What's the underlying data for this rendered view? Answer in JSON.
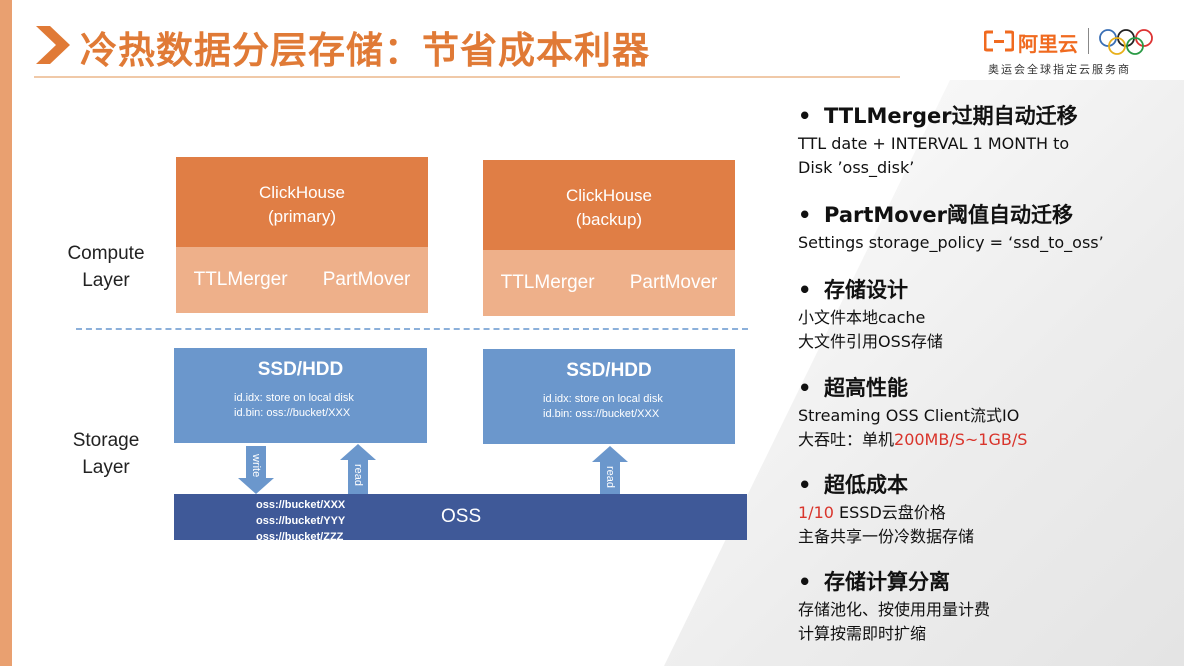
{
  "title": "冷热数据分层存储：节省成本利器",
  "logo": {
    "brand": "阿里云",
    "sponsor": "奥运会全球指定云服务商"
  },
  "diagram": {
    "compute_label": [
      "Compute",
      "Layer"
    ],
    "storage_label": [
      "Storage",
      "Layer"
    ],
    "primary": {
      "name": "ClickHouse",
      "role": "(primary)",
      "ttl": "TTLMerger",
      "mover": "PartMover"
    },
    "backup": {
      "name": "ClickHouse",
      "role": "(backup)",
      "ttl": "TTLMerger",
      "mover": "PartMover"
    },
    "ssd_primary": {
      "title": "SSD/HDD",
      "idx": "id.idx: store on local disk",
      "bin": "id.bin: oss://bucket/XXX"
    },
    "ssd_backup": {
      "title": "SSD/HDD",
      "idx": "id.idx: store on local disk",
      "bin": "id.bin: oss://bucket/XXX"
    },
    "arrows": {
      "write": "write",
      "read1": "read",
      "read2": "read"
    },
    "oss": {
      "label": "OSS",
      "paths": [
        "oss://bucket/XXX",
        "oss://bucket/YYY",
        "oss://bucket/ZZZ"
      ]
    }
  },
  "sections": [
    {
      "heading": "TTLMerger过期自动迁移",
      "lines": [
        "TTL date + INTERVAL 1 MONTH to",
        "Disk ’oss_disk’"
      ]
    },
    {
      "heading": "PartMover阈值自动迁移",
      "lines": [
        "Settings storage_policy = ‘ssd_to_oss’"
      ]
    },
    {
      "heading": "存储设计",
      "lines": [
        "小文件本地cache",
        "大文件引用OSS存储"
      ]
    },
    {
      "heading": "超高性能",
      "lines": [
        "Streaming OSS Client流式IO",
        "大吞吐：单机"
      ],
      "highlight": "200MB/S~1GB/S"
    },
    {
      "heading": "超低成本",
      "highlight": "1/10",
      "after_highlight": " ESSD云盘价格",
      "lines": [
        "主备共享一份冷数据存储"
      ]
    },
    {
      "heading": "存储计算分离",
      "lines": [
        "存储池化、按使用用量计费",
        "计算按需即时扩缩"
      ]
    }
  ],
  "bullet": "•",
  "colors": {
    "accent": "#e07a36",
    "compute": "#e07e45",
    "compute_light": "#eeb08a",
    "storage": "#6b97cc",
    "oss": "#3f5998",
    "highlight": "#d9342b"
  }
}
